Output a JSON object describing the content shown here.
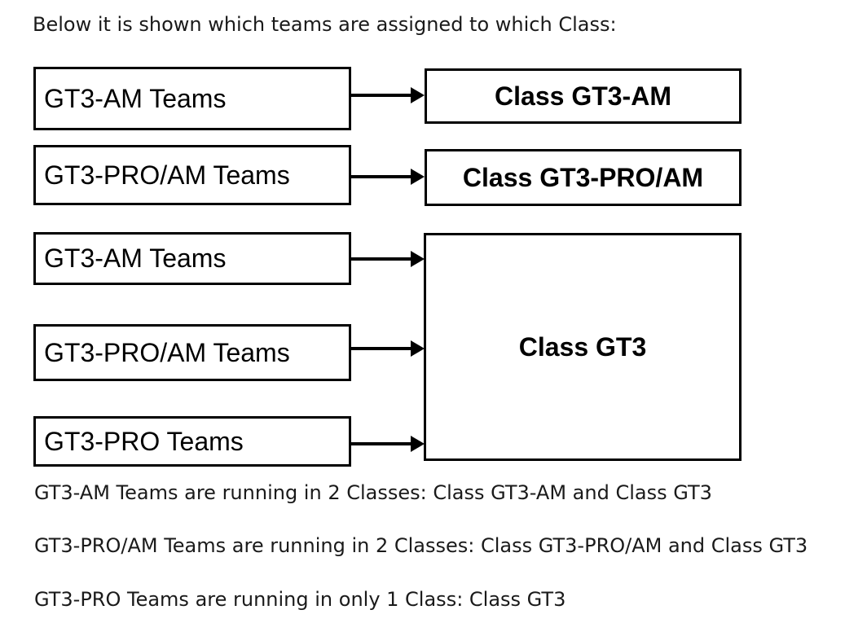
{
  "page": {
    "title": "Below it is shown which teams are assigned to which Class:"
  },
  "diagram": {
    "team_boxes": [
      {
        "label": "GT3-AM Teams",
        "arrow_to": "Class GT3-AM"
      },
      {
        "label": "GT3-PRO/AM Teams",
        "arrow_to": "Class GT3-PRO/AM"
      },
      {
        "label": "GT3-AM Teams",
        "arrow_to": "Class GT3"
      },
      {
        "label": "GT3-PRO/AM Teams",
        "arrow_to": "Class GT3"
      },
      {
        "label": "GT3-PRO Teams",
        "arrow_to": "Class GT3"
      }
    ],
    "class_boxes": [
      {
        "label": "Class GT3-AM"
      },
      {
        "label": "Class GT3-PRO/AM"
      },
      {
        "label": "Class GT3"
      }
    ]
  },
  "notes": [
    "GT3-AM Teams are running in 2 Classes: Class GT3-AM and Class GT3",
    "GT3-PRO/AM Teams are running in 2 Classes: Class GT3-PRO/AM and Class GT3",
    "GT3-PRO Teams are running in only 1 Class: Class GT3"
  ],
  "colors": {
    "background": "#ffffff",
    "border": "#000000",
    "box_text": "#000000",
    "body_text": "#1a1a1a"
  }
}
